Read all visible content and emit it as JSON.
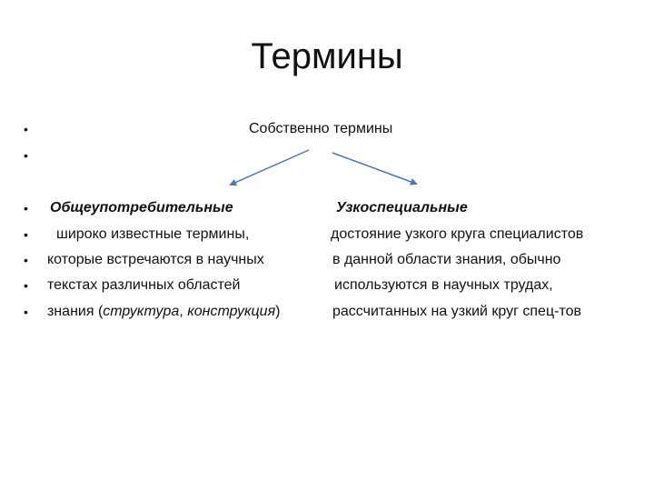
{
  "slide": {
    "title": "Термины",
    "center_heading": "Собственно термины",
    "bullet_symbol": "•",
    "left": {
      "heading": "Общеупотребительные",
      "lines": [
        "широко известные термины,",
        "которые встречаются в научных",
        "текстах различных областей"
      ],
      "last_line": {
        "prefix": "знания (",
        "term1": "структура",
        "sep": ", ",
        "term2": "конструкция",
        "suffix": ")"
      }
    },
    "right": {
      "heading": "Узкоспециальные",
      "lines": [
        "достояние узкого круга специалистов",
        "в данной области знания, обычно",
        "используются в научных трудах,",
        "рассчитанных на узкий круг спец-тов"
      ]
    },
    "arrow_color": "#4a78b5"
  }
}
